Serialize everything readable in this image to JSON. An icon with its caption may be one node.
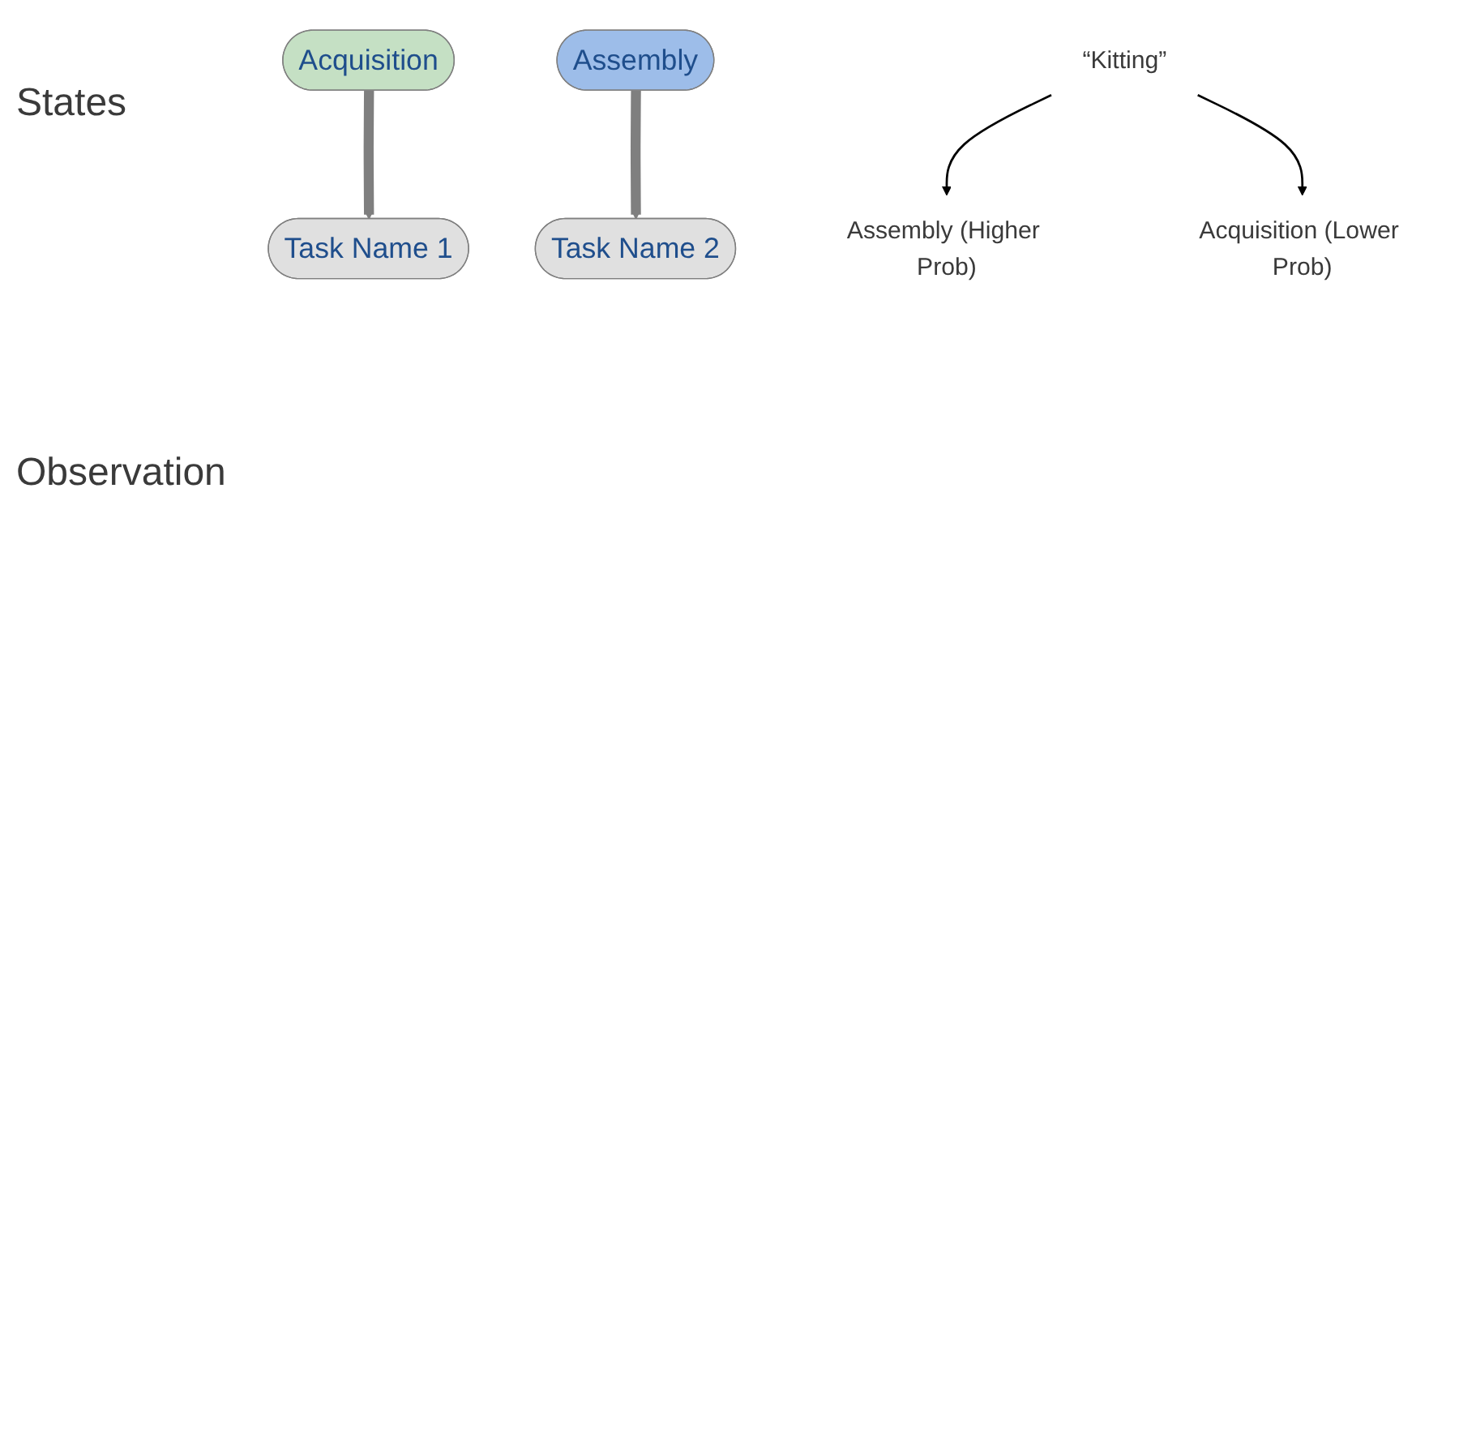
{
  "diagram": {
    "nodes": [
      {
        "text": [
          "Acquisition"
        ]
      },
      {
        "text": [
          "Assembly"
        ]
      },
      {
        "text": [
          "Task Name 1"
        ]
      },
      {
        "text": [
          "Task Name 2"
        ]
      },
      {
        "text": [
          "“Kitting”"
        ]
      },
      {
        "text": [
          "Assembly (Higher Prob)"
        ]
      },
      {
        "text": [
          "Acquisition (Lower Prob)"
        ]
      }
    ],
    "edges": [
      {
        "from": 0,
        "to": 2,
        "arrow": "to",
        "style": "thick",
        "color": "#7f7f7f"
      },
      {
        "from": 1,
        "to": 3,
        "arrow": "to",
        "style": "thick",
        "color": "#7f7f7f"
      },
      {
        "from": 4,
        "to": 5,
        "arrow": "to",
        "color": "#000000"
      },
      {
        "from": 4,
        "to": 6,
        "arrow": "to",
        "color": "#000000"
      }
    ],
    "labels": [
      "States",
      "Observation"
    ]
  }
}
